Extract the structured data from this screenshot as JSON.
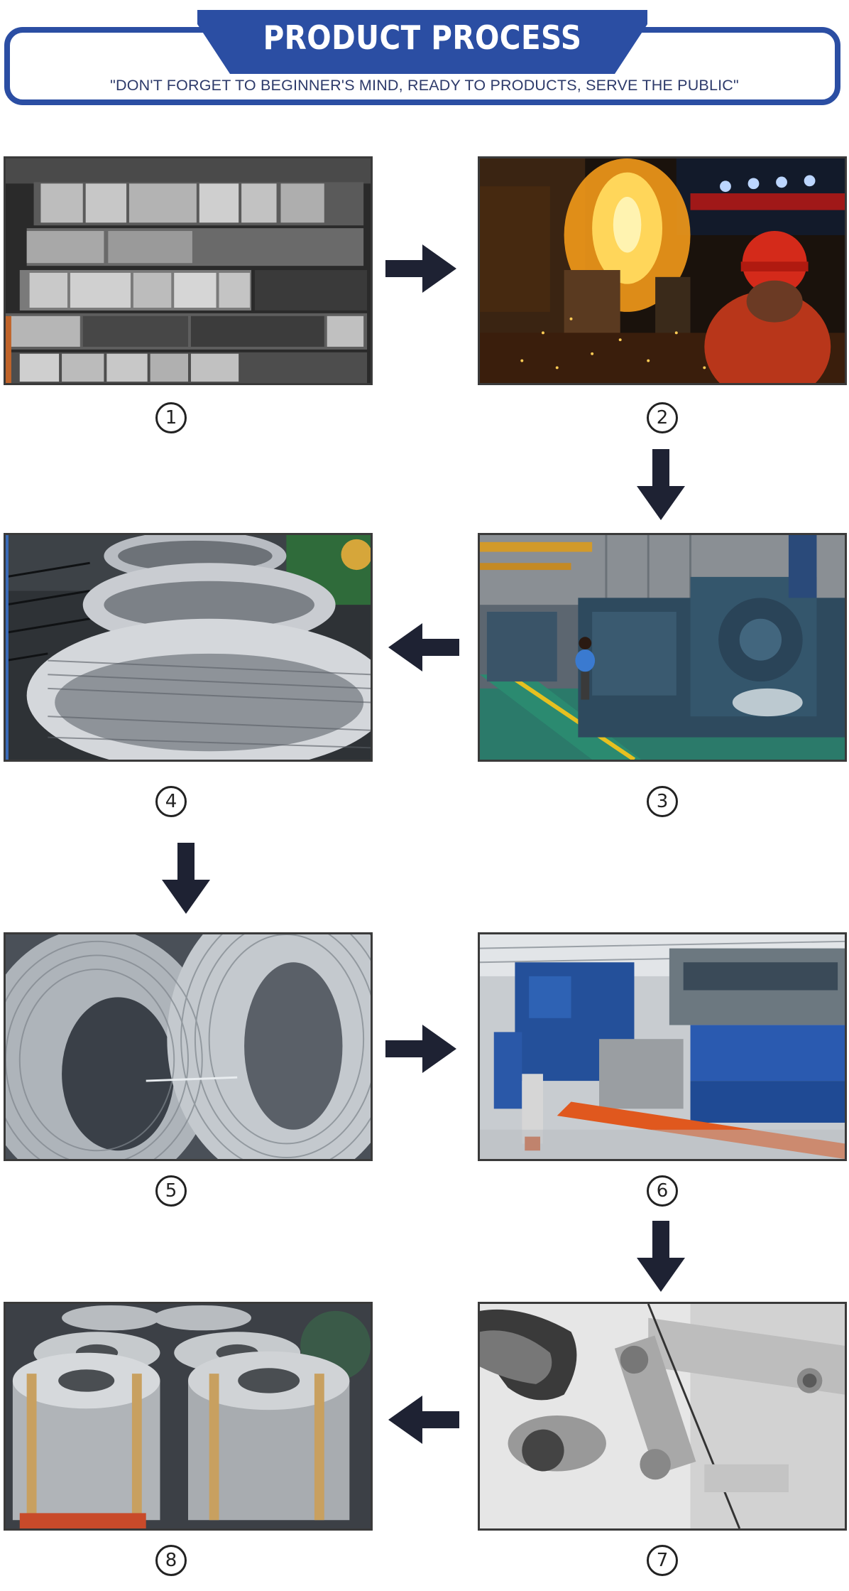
{
  "header": {
    "title": "PRODUCT PROCESS",
    "subtitle": "\"DON'T FORGET TO BEGINNER'S MIND, READY TO PRODUCTS, SERVE THE PUBLIC\""
  },
  "steps": [
    {
      "number": "1"
    },
    {
      "number": "2"
    },
    {
      "number": "3"
    },
    {
      "number": "4"
    },
    {
      "number": "5"
    },
    {
      "number": "6"
    },
    {
      "number": "7"
    },
    {
      "number": "8"
    }
  ],
  "colors": {
    "brand_blue": "#2b4ea3",
    "arrow": "#1e2233",
    "text_dark": "#222222"
  }
}
